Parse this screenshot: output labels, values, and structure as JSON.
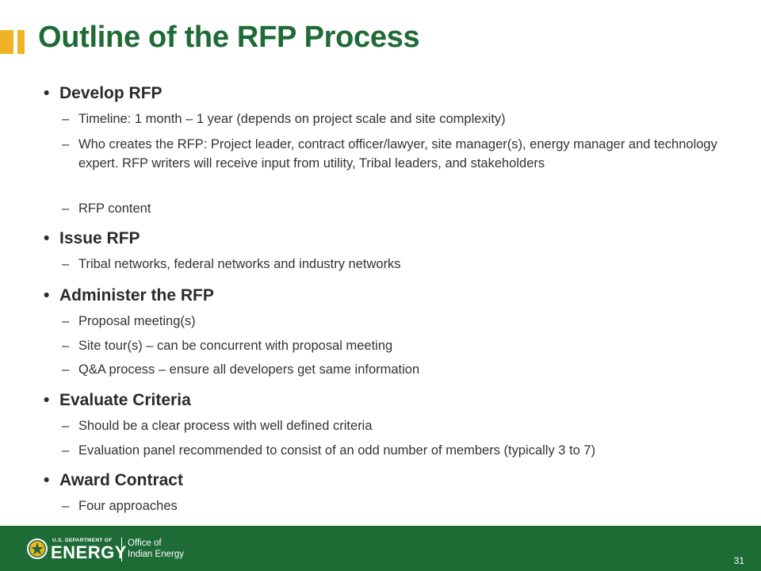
{
  "slide": {
    "title": "Outline of the RFP Process",
    "accent_color": "#f0b323",
    "title_color": "#1e6b35",
    "sections": [
      {
        "heading": "Develop RFP",
        "items": [
          "Timeline: 1 month – 1 year (depends on project scale and site complexity)",
          "Who creates the RFP: Project leader, contract officer/lawyer, site manager(s), energy manager and technology expert. RFP writers will receive input from utility, Tribal leaders, and stakeholders",
          "RFP content"
        ]
      },
      {
        "heading": "Issue RFP",
        "items": [
          "Tribal networks, federal networks and industry networks"
        ]
      },
      {
        "heading": "Administer the RFP",
        "items": [
          "Proposal meeting(s)",
          "Site tour(s) – can be concurrent with proposal meeting",
          "Q&A process – ensure all developers get same information"
        ]
      },
      {
        "heading": "Evaluate Criteria",
        "items": [
          "Should be a clear process with well defined criteria",
          "Evaluation panel recommended to consist of an odd number of members (typically 3 to 7)"
        ]
      },
      {
        "heading": "Award Contract",
        "items": [
          "Four approaches"
        ]
      }
    ]
  },
  "footer": {
    "department": "U.S. DEPARTMENT OF",
    "energy": "ENERGY",
    "office_line1": "Office of",
    "office_line2": "Indian Energy",
    "page_number": "31",
    "background_color": "#1e6b35"
  },
  "glyphs": {
    "bullet": "•",
    "dash": "–"
  }
}
